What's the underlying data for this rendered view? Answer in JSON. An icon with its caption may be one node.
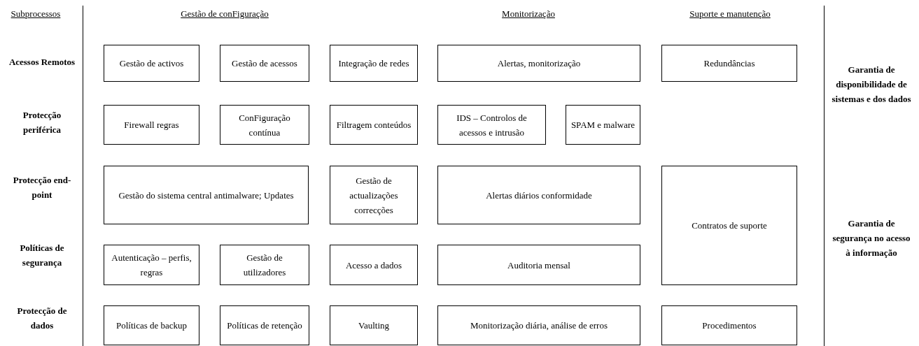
{
  "diagram": {
    "nodes": [
      {
        "text": [
          "Gestão de activos"
        ]
      },
      {
        "text": [
          "Gestão de acessos"
        ]
      },
      {
        "text": [
          "Integração de redes"
        ]
      },
      {
        "text": [
          "Alertas, monitorização"
        ]
      },
      {
        "text": [
          "Redundâncias"
        ]
      },
      {
        "text": [
          "Firewall regras"
        ]
      },
      {
        "text": [
          "ConFiguração contínua"
        ]
      },
      {
        "text": [
          "Filtragem conteúdos"
        ]
      },
      {
        "text": [
          "IDS – Controlos de acessos e intrusão"
        ]
      },
      {
        "text": [
          "SPAM e malware"
        ]
      },
      {
        "text": [
          "Gestão do sistema central antimalware; Updates"
        ]
      },
      {
        "text": [
          "Gestão de actualizações correcções"
        ]
      },
      {
        "text": [
          "Alertas diários conformidade"
        ]
      },
      {
        "text": [
          "Contratos de suporte"
        ]
      },
      {
        "text": [
          "Autenticação – perfis, regras"
        ]
      },
      {
        "text": [
          "Gestão de utilizadores"
        ]
      },
      {
        "text": [
          "Acesso a dados"
        ]
      },
      {
        "text": [
          "Auditoria mensal"
        ]
      },
      {
        "text": [
          "Políticas de backup"
        ]
      },
      {
        "text": [
          "Políticas de retenção"
        ]
      },
      {
        "text": [
          "Vaulting"
        ]
      },
      {
        "text": [
          "Monitorização diária, análise de erros"
        ]
      },
      {
        "text": [
          "Procedimentos"
        ]
      }
    ],
    "edges": [],
    "labels": [
      "Subprocessos",
      "Gestão de conFiguração",
      "Monitorização",
      "Suporte e manutenção",
      "Acessos Remotos",
      "Garantia de disponibilidade de sistemas e dos dados",
      "Protecção periférica",
      "Protecção end-point",
      "Garantia de segurança no acesso à informação",
      "Políticas de segurança",
      "Protecção de dados"
    ]
  }
}
